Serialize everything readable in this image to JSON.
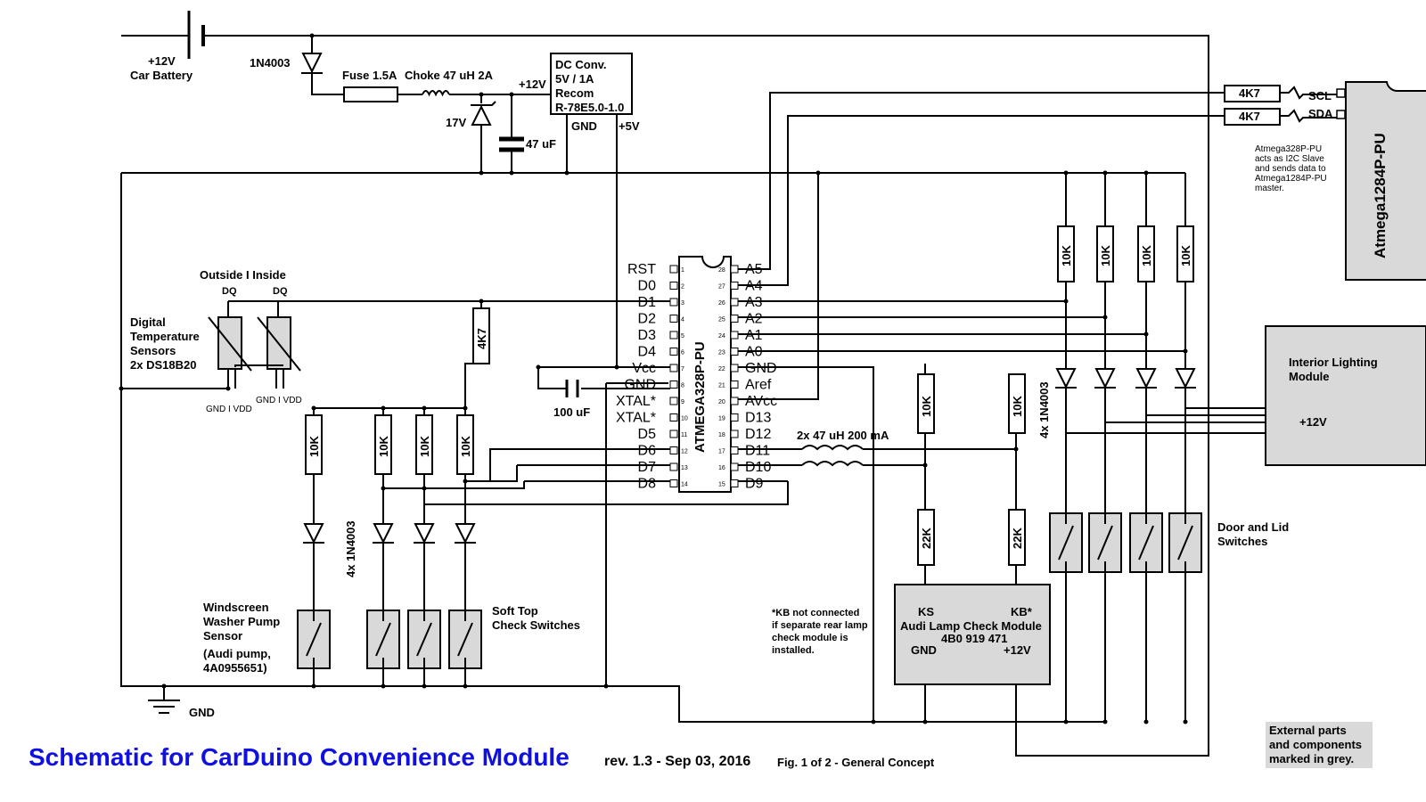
{
  "battery": {
    "voltage": "+12V",
    "label": "Car Battery"
  },
  "diode_main": "1N4003",
  "fuse": "Fuse 1.5A",
  "choke": "Choke  47 uH 2A",
  "zener": "17V",
  "cap_main": "47 uF",
  "dcconv": {
    "lines": [
      "DC Conv.",
      "5V / 1A",
      "Recom",
      "R-78E5.0-1.0"
    ],
    "in": "+12V",
    "gnd": "GND",
    "out": "+5V"
  },
  "mcu": {
    "name": "ATMEGA328P-PU",
    "left_pins": [
      "RST",
      "D0",
      "D1",
      "D2",
      "D3",
      "D4",
      "Vcc",
      "GND",
      "XTAL*",
      "XTAL*",
      "D5",
      "D6",
      "D7",
      "D8"
    ],
    "right_pins": [
      "A5",
      "A4",
      "A3",
      "A2",
      "A1",
      "A0",
      "GND",
      "Aref",
      "AVcc",
      "D13",
      "D12",
      "D11",
      "D10",
      "D9"
    ],
    "left_nums": [
      "1",
      "2",
      "3",
      "4",
      "5",
      "6",
      "7",
      "8",
      "9",
      "10",
      "11",
      "12",
      "13",
      "14"
    ],
    "right_nums": [
      "28",
      "27",
      "26",
      "25",
      "24",
      "23",
      "22",
      "21",
      "20",
      "19",
      "18",
      "17",
      "16",
      "15"
    ]
  },
  "i2c": {
    "r_scl": "4K7",
    "r_sda": "4K7",
    "scl": "SCL",
    "sda": "SDA"
  },
  "slave": {
    "name": "Atmega1284P-PU",
    "note": [
      "Atmega328P-PU",
      "acts as I2C Slave",
      "and sends data to",
      "Atmega1284P-PU",
      "master."
    ]
  },
  "temp": {
    "header": "Outside  I  Inside",
    "dq": "DQ",
    "pins": "GND I VDD",
    "label": [
      "Digital",
      "Temperature",
      "Sensors",
      "2x  DS18B20"
    ],
    "pullup": "4K7"
  },
  "cap_xtal": "100 uF",
  "soft_resistors": [
    "10K",
    "10K",
    "10K",
    "10K"
  ],
  "soft_diodes": "4x 1N4003",
  "washer": {
    "label": [
      "Windscreen",
      "Washer Pump",
      "Sensor"
    ],
    "model": [
      "(Audi pump,",
      "4A0955651)"
    ]
  },
  "softtop": [
    "Soft Top",
    "Check Switches"
  ],
  "gnd": "GND",
  "lamp": {
    "r_top": [
      "10K",
      "10K"
    ],
    "r_bottom": [
      "22K",
      "22K"
    ],
    "choke": "2x 47 uH 200 mA",
    "ks": "KS",
    "kb": "KB*",
    "title": "Audi Lamp Check Module",
    "part": "4B0 919 471",
    "gnd": "GND",
    "v12": "+12V"
  },
  "kb_note": [
    "*KB not connected",
    "if separate rear lamp",
    "check module is",
    "installed."
  ],
  "door": {
    "resistors": [
      "10K",
      "10K",
      "10K",
      "10K"
    ],
    "diodes": "4x 1N4003",
    "label": [
      "Door and Lid",
      "Switches"
    ]
  },
  "interior": {
    "label": [
      "Interior Lighting",
      "Module"
    ],
    "v12": "+12V"
  },
  "title": "Schematic for CarDuino Convenience Module",
  "rev": "rev. 1.3 - Sep 03, 2016",
  "fig": "Fig. 1 of 2 - General Concept",
  "legend": "External parts\nand components\nmarked in grey."
}
